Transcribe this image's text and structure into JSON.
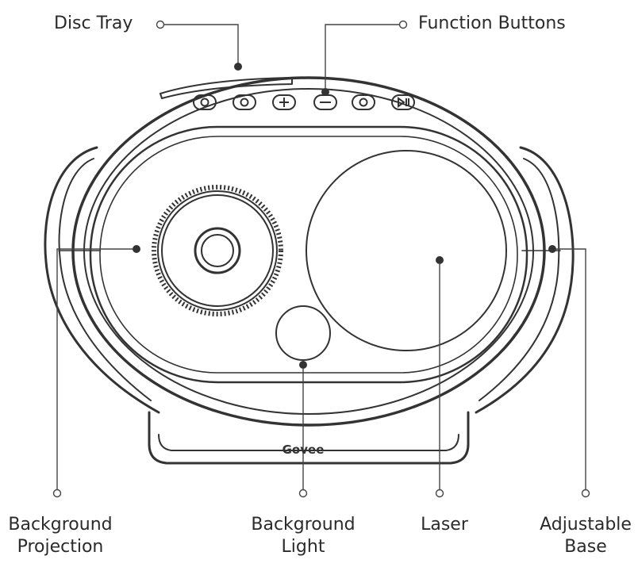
{
  "labels": {
    "disc_tray": "Disc Tray",
    "function_buttons": "Function Buttons",
    "background_projection": [
      "Background",
      "Projection"
    ],
    "background_light": [
      "Background",
      "Light"
    ],
    "laser": "Laser",
    "adjustable_base": [
      "Adjustable",
      "Base"
    ]
  },
  "brand": "Govee",
  "buttons": [
    "power-icon",
    "mode-icon",
    "plus-icon",
    "minus-icon",
    "timer-icon",
    "play-pause-icon"
  ],
  "colors": {
    "line": "#333333",
    "text": "#2b2b2b",
    "background": "#ffffff"
  }
}
